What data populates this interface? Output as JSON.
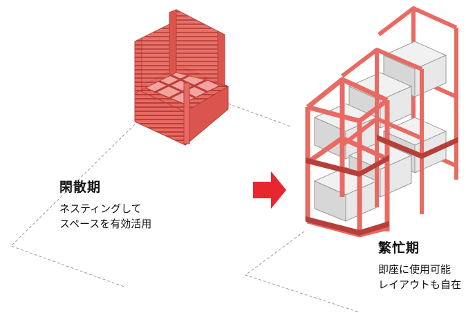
{
  "colors": {
    "rack": "#e96a62",
    "rack_dark": "#b73f3a",
    "rack_light": "#f3a49e",
    "arrow": "#e8262d",
    "box_top": "#f1f1f1",
    "box_left": "#d7d7d7",
    "box_right": "#e8e8e8",
    "floor_line": "#9a9a9a"
  },
  "offseason": {
    "title": "閑散期",
    "line1": "ネスティングして",
    "line2": "スペースを有効活用"
  },
  "busy": {
    "title": "繁忙期",
    "line1": "即座に使用可能",
    "line2": "レイアウトも自在"
  },
  "icons": {
    "arrow": "arrow-right-icon",
    "nested_racks": "nested-rack-stack-icon",
    "stacked_racks": "stacked-rack-icon"
  }
}
